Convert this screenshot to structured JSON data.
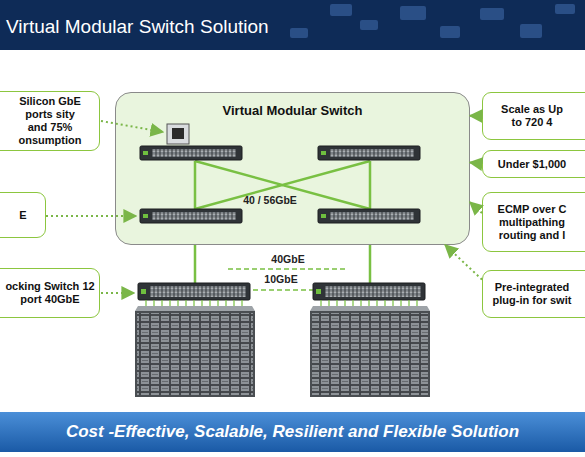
{
  "diagram": {
    "title": "Virtual Modular Switch Solution",
    "caption": "Cost -Effective, Scalable, Resilient and Flexible Solution",
    "nodes": [
      {
        "text": [
          "Silicon GbE ports sity and 75% onsumption"
        ]
      },
      {
        "text": [
          "Virtual Modular Switch"
        ]
      },
      {
        "text": [
          "Scale as Up to 720 4"
        ]
      },
      {
        "text": [
          "Under $1,000"
        ]
      },
      {
        "text": [
          "E"
        ]
      },
      {
        "text": [
          "ECMP over C multipathing routing and l"
        ]
      },
      {
        "text": [
          "ocking Switch 12 port 40GbE"
        ]
      },
      {
        "text": [
          "Pre-integrated plug-in for swit"
        ]
      }
    ],
    "edges": [
      {
        "from": 2,
        "to": 1,
        "arrow": "to"
      },
      {
        "from": 3,
        "to": 1,
        "arrow": "to"
      },
      {
        "from": 5,
        "to": 1,
        "arrow": "to"
      },
      {
        "from": 7,
        "to": 1,
        "arrow": "to"
      }
    ],
    "labels": [
      "40 / 56GbE",
      "40GbE",
      "10GbE"
    ]
  }
}
